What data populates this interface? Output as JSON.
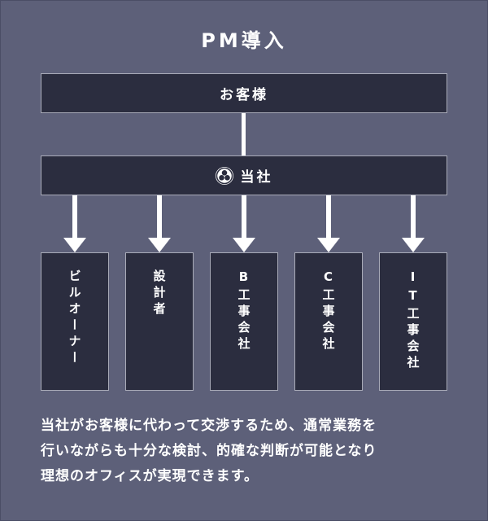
{
  "title": "PM導入",
  "client_label": "お客様",
  "company_label": "当社",
  "subordinates": [
    "ビルオーナー",
    "設計者",
    "B工事会社",
    "C工事会社",
    "IT工事会社"
  ],
  "description_lines": [
    "当社がお客様に代わって交渉するため、通常業務を",
    "行いながらも十分な検討、的確な判断が可能となり",
    "理想のオフィスが実現できます。"
  ],
  "colors": {
    "background": "#5d6079",
    "box": "#2b2d3f",
    "border": "#a9abb8",
    "arrow": "#ffffff"
  },
  "icons": {
    "company_logo": "company-logo-icon"
  }
}
